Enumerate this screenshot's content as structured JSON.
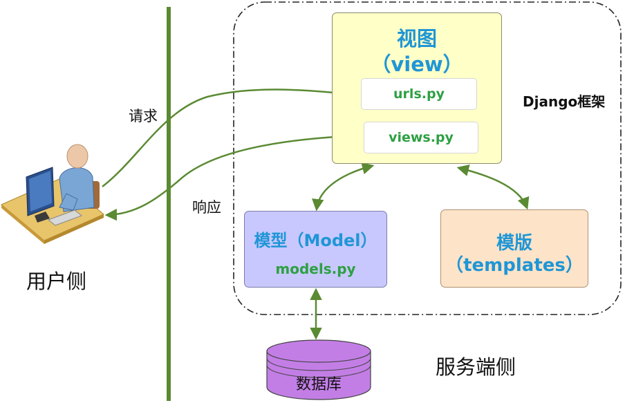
{
  "diagram": {
    "client": {
      "side_label": "用户侧",
      "request_label": "请求",
      "response_label": "响应"
    },
    "server": {
      "side_label": "服务端侧",
      "framework_label": "Django框架"
    },
    "view": {
      "title": "视图",
      "subtitle": "（view）",
      "urls": "urls.py",
      "views": "views.py"
    },
    "model": {
      "title": "模型（Model）",
      "file": "models.py"
    },
    "template": {
      "title": "模版",
      "subtitle": "（templates）"
    },
    "database": {
      "label": "数据库"
    },
    "colors": {
      "divider": "#5a8a32",
      "arrow": "#5a8a32",
      "view_fill": "#ffffc8",
      "model_fill": "#c8c8ff",
      "template_fill": "#fde3c8",
      "db_fill": "#c37ee6",
      "title_blue": "#1f96d6",
      "file_green": "#2ea043"
    }
  }
}
